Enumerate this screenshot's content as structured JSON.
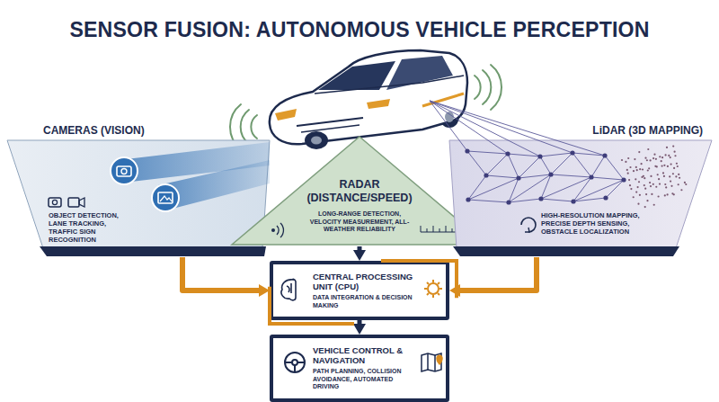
{
  "diagram": {
    "title": "SENSOR FUSION: AUTONOMOUS VEHICLE PERCEPTION",
    "nodes": [
      {
        "text": [
          "CAMERAS (VISION)",
          "OBJECT DETECTION, LANE TRACKING, TRAFFIC SIGN RECOGNITION"
        ]
      },
      {
        "text": [
          "RADAR (DISTANCE/SPEED)",
          "LONG-RANGE DETECTION, VELOCITY MEASUREMENT, ALL-WEATHER RELIABILITY"
        ]
      },
      {
        "text": [
          "LiDAR (3D MAPPING)",
          "HIGH-RESOLUTION MAPPING, PRECISE DEPTH SENSING, OBSTACLE LOCALIZATION"
        ]
      },
      {
        "text": [
          "CENTRAL PROCESSING UNIT (CPU)",
          "DATA INTEGRATION & DECISION MAKING"
        ]
      },
      {
        "text": [
          "VEHICLE CONTROL & NAVIGATION",
          "PATH PLANNING, COLLISION AVOIDANCE, AUTOMATED DRIVING"
        ]
      }
    ],
    "edges": [
      {
        "from": 0,
        "to": 3,
        "arrow": "to"
      },
      {
        "from": 1,
        "to": 3,
        "arrow": "to"
      },
      {
        "from": 2,
        "to": 3,
        "arrow": "to"
      },
      {
        "from": 3,
        "to": 4,
        "arrow": "to"
      }
    ]
  }
}
